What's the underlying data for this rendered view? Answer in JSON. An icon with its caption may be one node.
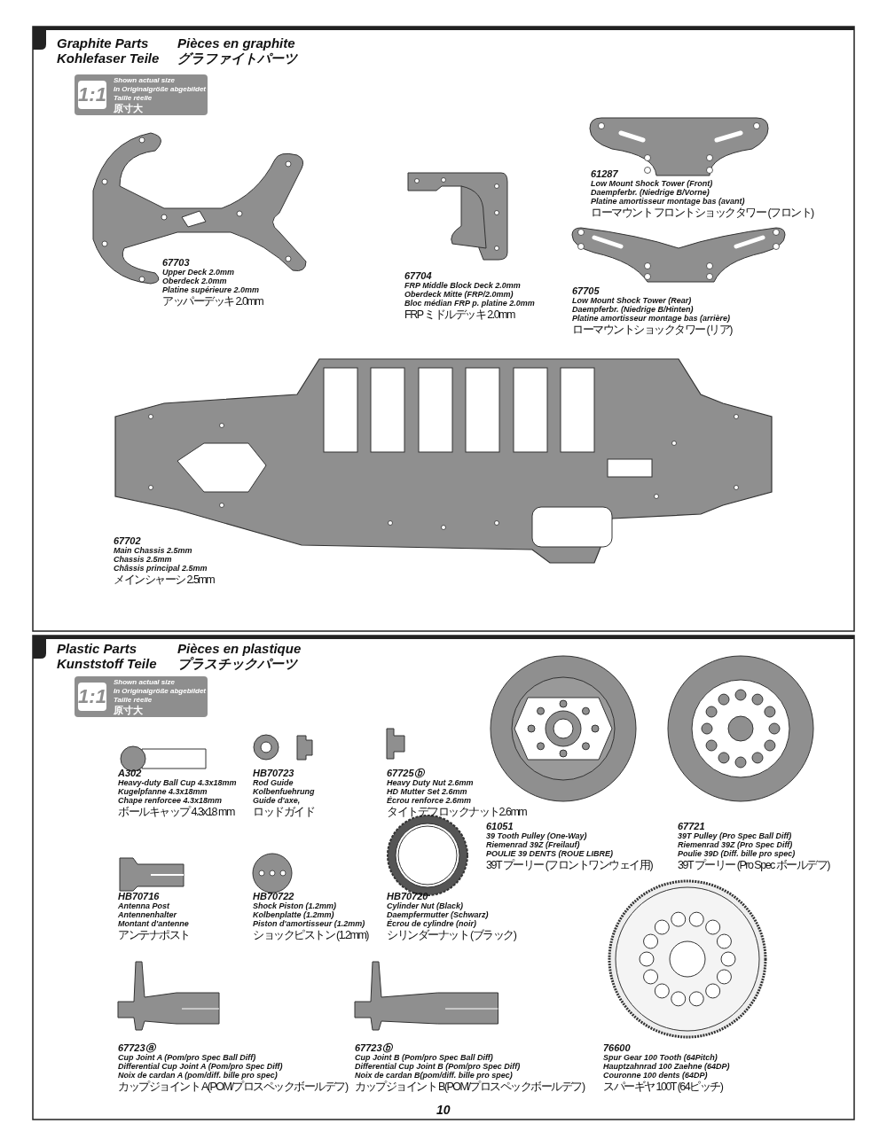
{
  "diagram": {
    "labels": [
      "Graphite Parts",
      "Pièces en graphite",
      "Kohlefaser Teile",
      "グラファイトパーツ",
      "1:1",
      "Shown actual size",
      "In Originalgröße abgebildet",
      "Taille réelle",
      "原寸大",
      "61287",
      "Low Mount Shock Tower (Front)",
      "Daempferbr. (Niedrige B/Vorne)",
      "Platine amortisseur montage bas (avant)",
      "ローマウント フロントショックタワー (フロント)",
      "67703",
      "Upper Deck 2.0mm",
      "Oberdeck 2.0mm",
      "Platine supérieure 2.0mm",
      "アッパーデッキ 2.0mm",
      "67704",
      "FRP Middle Block Deck 2.0mm",
      "Oberdeck Mitte (FRP/2.0mm)",
      "Bloc médian FRP p. platine 2.0mm",
      "FRP ミドルデッキ 2.0mm",
      "67705",
      "Low Mount Shock Tower (Rear)",
      "Daempferbr. (Niedrige B/Hinten)",
      "Platine amortisseur montage bas (arrière)",
      "ローマウントショックタワー (リア)",
      "67702",
      "Main Chassis 2.5mm",
      "Chassis 2.5mm",
      "Châssis principal 2.5mm",
      "メインシャーシ 2.5mm",
      "Plastic Parts",
      "Pièces en plastique",
      "Kunststoff Teile",
      "プラスチックパーツ",
      "1:1",
      "Shown actual size",
      "In Originalgröße abgebildet",
      "Taille réelle",
      "原寸大",
      "A302",
      "Heavy-duty Ball Cup 4.3x18mm",
      "Kugelpfanne 4.3x18mm",
      "Chape renforcee 4.3x18mm",
      "ボールキャップ 4.3x18 mm",
      "HB70723",
      "Rod Guide",
      "Kolbenfuehrung",
      "Guide d'axe,",
      "ロッドガイド",
      "67725ⓑ",
      "Heavy Duty Nut 2.6mm",
      "HD Mutter Set 2.6mm",
      "Écrou renforce 2.6mm",
      "タイトデフロックナット2.6mm",
      "61051",
      "39 Tooth Pulley (One-Way)",
      "Riemenrad 39Z (Freilauf)",
      "POULIE 39 DENTS (ROUE LIBRE)",
      "39T プーリー (フロントワンウェイ用)",
      "67721",
      "39T Pulley (Pro Spec Ball Diff)",
      "Riemenrad 39Z (Pro Spec Diff)",
      "Poulie 39D (Diff. bille pro spec)",
      "39T プーリー (Pro Spec ボールデフ)",
      "HB70716",
      "Antenna Post",
      "Antennenhalter",
      "Montant d'antenne",
      "アンテナポスト",
      "HB70722",
      "Shock Piston (1.2mm)",
      "Kolbenplatte (1.2mm)",
      "Piston d'amortisseur (1.2mm)",
      "ショックピストン (1.2mm)",
      "HB70720",
      "Cylinder Nut (Black)",
      "Daempfermutter (Schwarz)",
      "Écrou de cylindre (noir)",
      "シリンダーナット (ブラック)",
      "67723ⓐ",
      "Cup Joint A (Pom/pro Spec Ball Diff)",
      "Differential Cup Joint A (Pom/pro Spec Diff)",
      "Noix de cardan A (pom/diff. bille pro spec)",
      "カップジョイント A(POM/プロスペックボールデフ)",
      "67723ⓑ",
      "Cup Joint B (Pom/pro Spec Ball Diff)",
      "Differential Cup Joint B (Pom/pro Spec Diff)",
      "Noix de cardan B(pom/diff. bille pro spec)",
      "カップジョイント B(POM/プロスペックボールデフ)",
      "76600",
      "Spur Gear 100 Tooth (64Pitch)",
      "Hauptzahnrad 100 Zaehne (64DP)",
      "Couronne 100 dents (64DP)",
      "スパーギヤ 100T (64ピッチ)",
      "10"
    ]
  }
}
